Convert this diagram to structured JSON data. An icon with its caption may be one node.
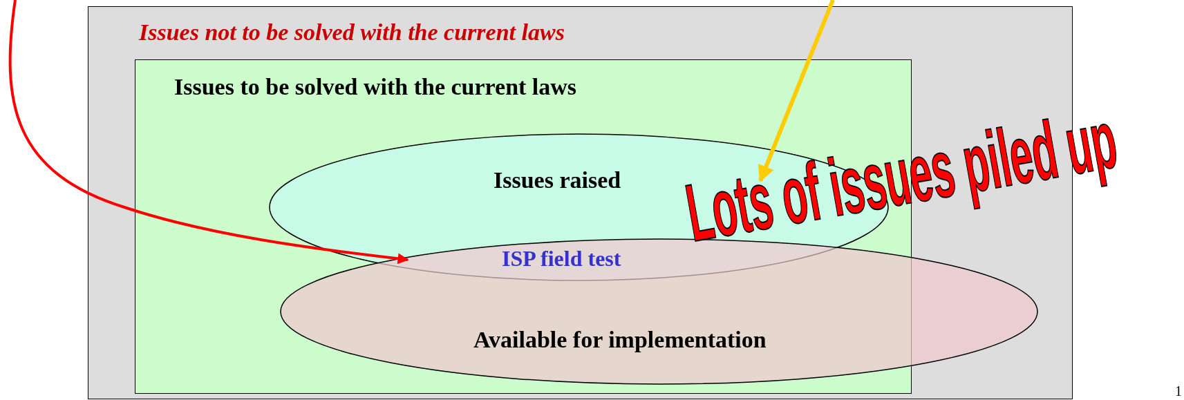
{
  "diagram": {
    "nodes": [
      {
        "text": [
          "Issues not to be solved with the current laws"
        ]
      },
      {
        "text": [
          "Issues to be solved with the current laws"
        ],
        "in": 0
      },
      {
        "text": [
          "Issues raised"
        ],
        "in": 1
      },
      {
        "text": [
          "Available for implementation"
        ],
        "in": 0
      },
      {
        "text": [
          "ISP field test"
        ]
      }
    ],
    "edges": [
      {
        "from": null,
        "to": 4,
        "arrow": "to",
        "color": "#ff0000"
      },
      {
        "from": null,
        "to": 2,
        "arrow": "to",
        "color": "#ffcc00"
      }
    ],
    "labels": [
      "Lots of issues piled up",
      "1"
    ]
  }
}
